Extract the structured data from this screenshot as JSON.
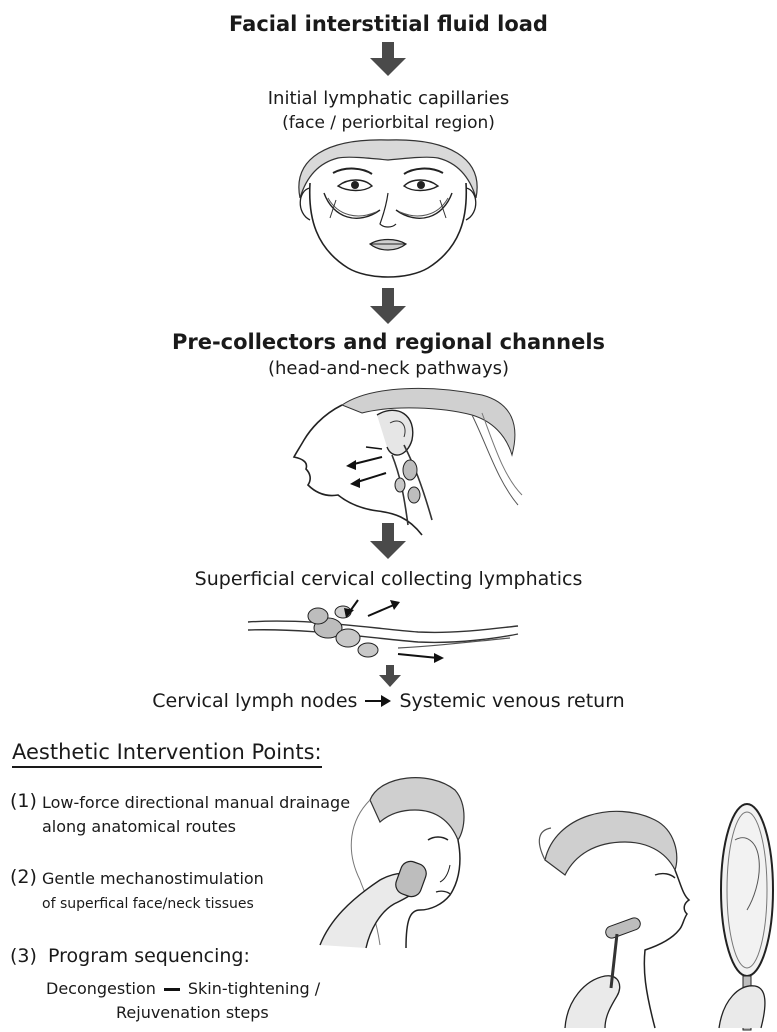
{
  "flow": {
    "step1": "Facial interstitial fluid load",
    "step2_title": "Initial lymphatic capillaries",
    "step2_sub": "(face / periorbital region)",
    "step3_title": "Pre-collectors and regional channels",
    "step3_sub": "(head-and-neck pathways)",
    "step4_title": "Superficial cervical collecting lymphatics",
    "step5_left": "Cervical lymph nodes",
    "step5_right": "Systemic venous return"
  },
  "interventions": {
    "heading": "Aesthetic Intervention Points:",
    "item1_num": "(1)",
    "item1_line1": "Low-force directional manual drainage",
    "item1_line2": "along anatomical routes",
    "item2_num": "(2)",
    "item2_line1": "Gentle mechanostimulation",
    "item2_line2": "of superfical face/neck tissues",
    "item3_num": "(3)",
    "item3_line1": "Program sequencing:",
    "item3_line2a": "Decongestion",
    "item3_line2b": "Skin-tightening /",
    "item3_line3": "Rejuvenation steps"
  },
  "colors": {
    "arrow": "#4a4a4a",
    "ink": "#1a1a1a"
  }
}
